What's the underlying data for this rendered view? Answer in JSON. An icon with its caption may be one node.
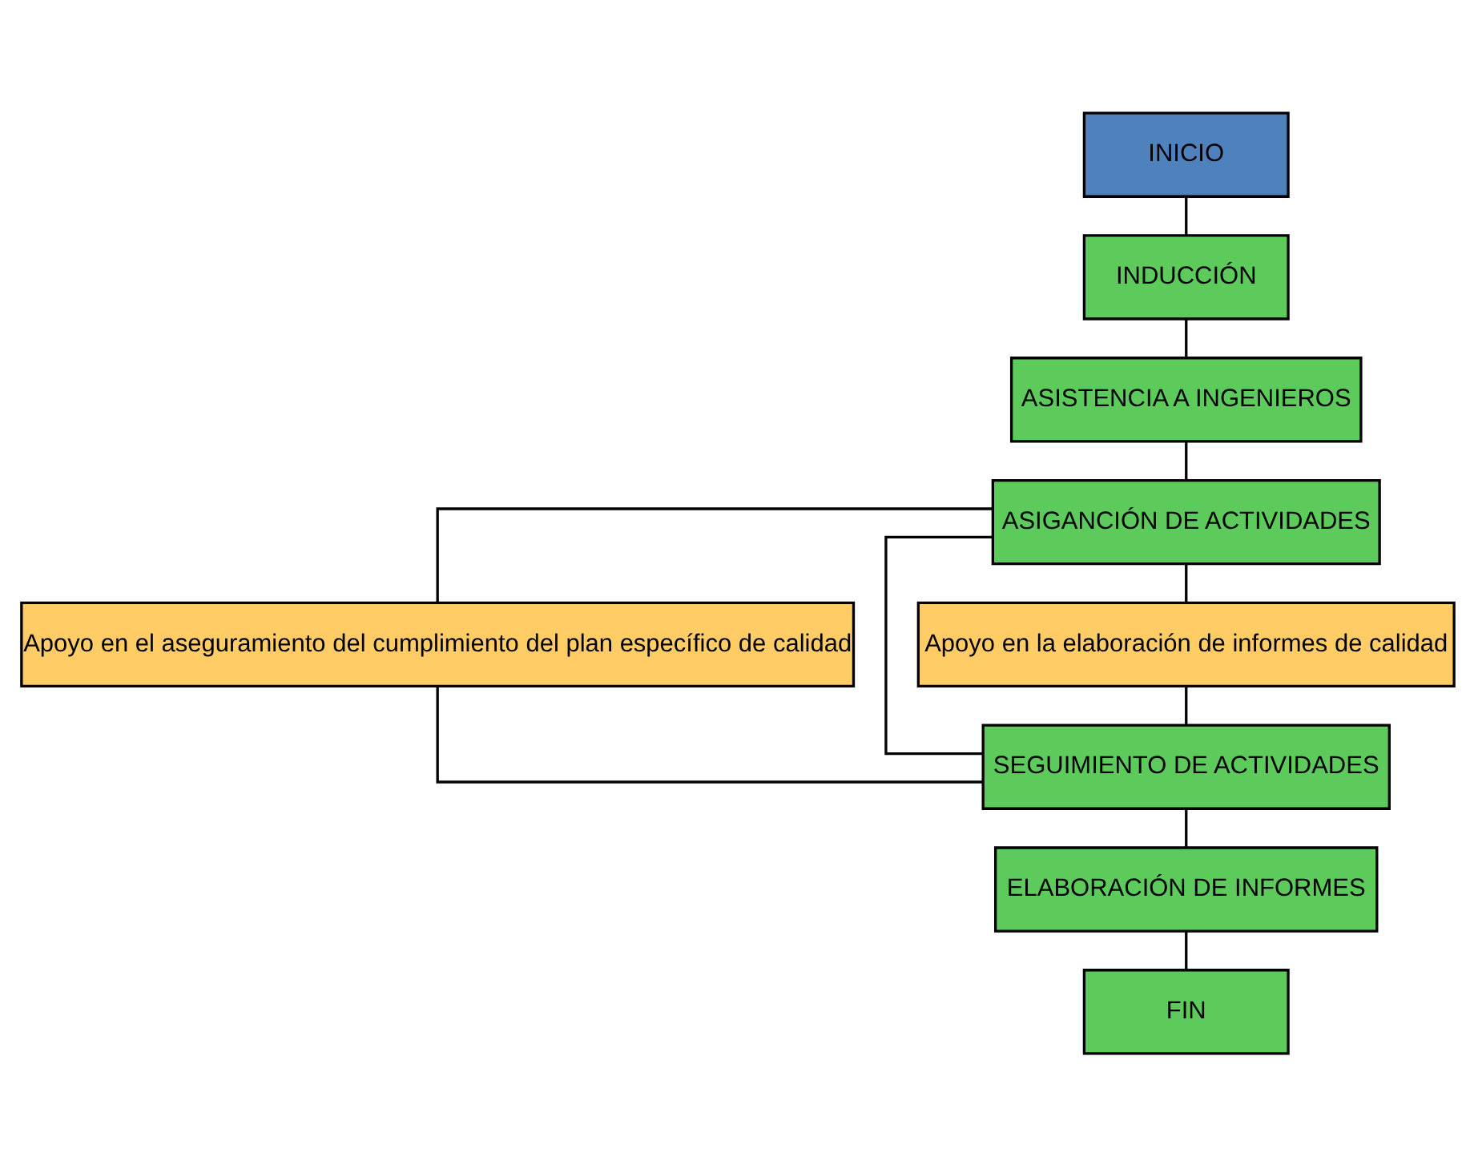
{
  "diagram": {
    "nodes": [
      {
        "text": [
          "INICIO"
        ]
      },
      {
        "text": [
          "INDUCCIÓN"
        ]
      },
      {
        "text": [
          "ASISTENCIA A INGENIEROS"
        ]
      },
      {
        "text": [
          "ASIGANCIÓN DE ACTIVIDADES"
        ]
      },
      {
        "text": [
          "Apoyo en el aseguramiento del cumplimiento del plan específico de calidad"
        ]
      },
      {
        "text": [
          "Apoyo en la elaboración de informes de calidad"
        ]
      },
      {
        "text": [
          "SEGUIMIENTO DE ACTIVIDADES"
        ]
      },
      {
        "text": [
          "ELABORACIÓN DE INFORMES"
        ]
      },
      {
        "text": [
          "FIN"
        ]
      }
    ],
    "edges": [
      {
        "from": 0,
        "to": 1,
        "arrow": "none"
      },
      {
        "from": 1,
        "to": 2,
        "arrow": "none"
      },
      {
        "from": 2,
        "to": 3,
        "arrow": "none"
      },
      {
        "from": 3,
        "to": 4,
        "arrow": "none"
      },
      {
        "from": 3,
        "to": 5,
        "arrow": "none"
      },
      {
        "from": 3,
        "to": 6,
        "arrow": "none"
      },
      {
        "from": 4,
        "to": 6,
        "arrow": "none"
      },
      {
        "from": 5,
        "to": 6,
        "arrow": "none"
      },
      {
        "from": 6,
        "to": 7,
        "arrow": "none"
      },
      {
        "from": 7,
        "to": 8,
        "arrow": "none"
      }
    ]
  }
}
